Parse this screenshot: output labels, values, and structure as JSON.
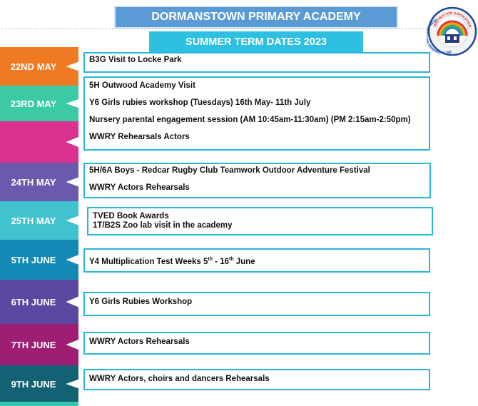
{
  "header": {
    "title": "DORMANSTOWN PRIMARY ACADEMY",
    "subtitle": "SUMMER TERM DATES 2023"
  },
  "logo": {
    "name": "DORMANSTOWN PRIMARY ACADEMY",
    "motto": "INSPIRATION ASPIRATION"
  },
  "dates": [
    {
      "label": "22ND MAY",
      "color": "#f07a23"
    },
    {
      "label": "23RD MAY",
      "color": "#3bcaa4"
    },
    {
      "label": "",
      "color": "#db3290"
    },
    {
      "label": "24TH MAY",
      "color": "#6b59ad"
    },
    {
      "label": "25TH MAY",
      "color": "#40c2cf"
    },
    {
      "label": "5TH JUNE",
      "color": "#1389b6"
    },
    {
      "label": "6TH JUNE",
      "color": "#5b46a0"
    },
    {
      "label": "7TH JUNE",
      "color": "#9e1e74"
    },
    {
      "label": "9TH JUNE",
      "color": "#136273"
    }
  ],
  "events": {
    "may22": [
      "B3G Visit to Locke Park"
    ],
    "may23": [
      "5H Outwood Academy Visit",
      "Y6 Girls rubies workshop (Tuesdays) 16th May- 11th July",
      "Nursery parental engagement session (AM 10:45am-11:30am) (PM 2:15am-2:50pm)",
      "WWRY Rehearsals Actors"
    ],
    "may24": [
      "5H/6A Boys -   Redcar Rugby Club Teamwork Outdoor Adventure Festival",
      "WWRY Actors Rehearsals"
    ],
    "may25": [
      "TVED Book Awards",
      "1T/B2S Zoo lab visit in the academy"
    ],
    "june5": {
      "before": "Y4 Multiplication Test Weeks 5",
      "sup1": "th",
      "middle": " - 16",
      "sup2": "th",
      "after": " June"
    },
    "june6": [
      "Y6 Girls Rubies Workshop"
    ],
    "june7": [
      "WWRY Actors Rehearsals"
    ],
    "june9": [
      "WWRY Actors, choirs and dancers Rehearsals"
    ]
  }
}
